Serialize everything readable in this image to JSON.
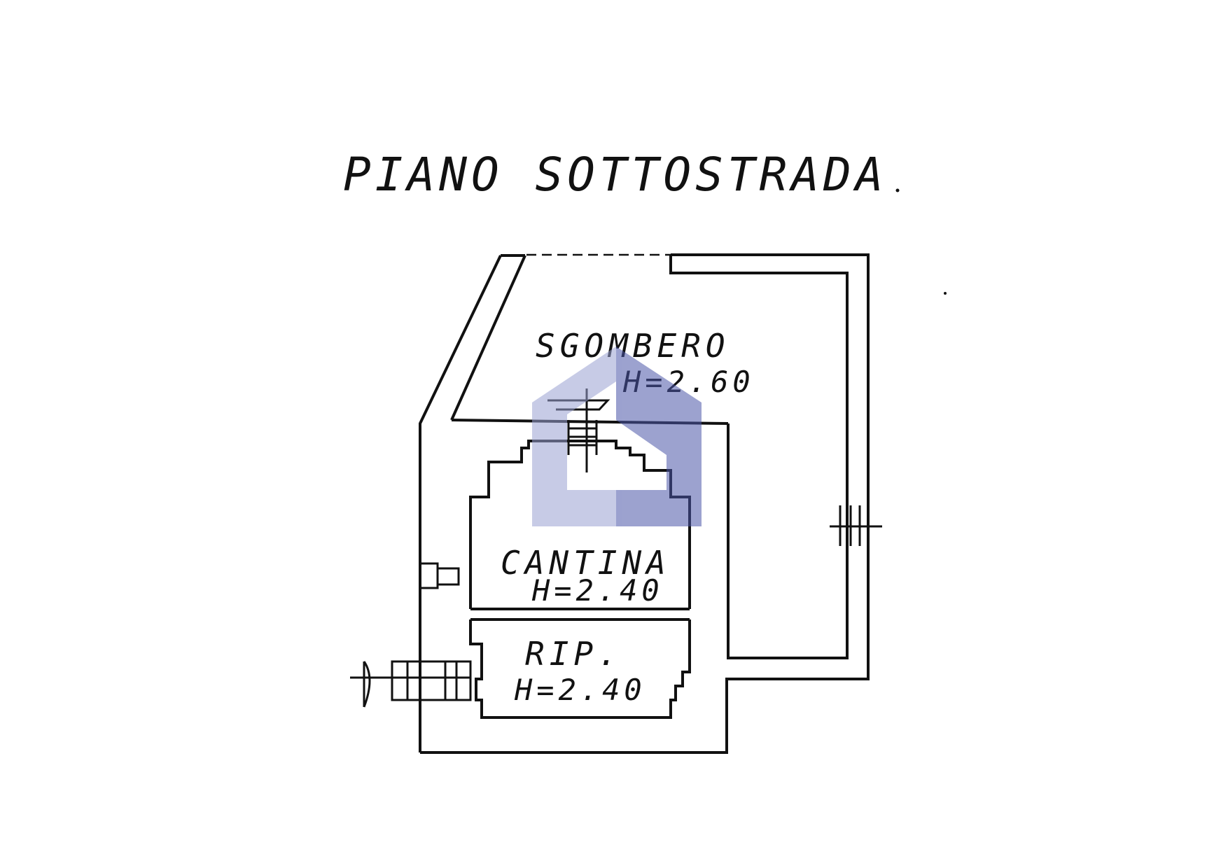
{
  "title": "PIANO SOTTOSTRADA",
  "rooms": [
    {
      "name": "SGOMBERO",
      "height": "H=2.60"
    },
    {
      "name": "CANTINA",
      "height": "H=2.40"
    },
    {
      "name": "RIP.",
      "height": "H=2.40"
    }
  ],
  "colors": {
    "ink": "#111111",
    "watermark": "#6e78b8",
    "paper": "#ffffff"
  },
  "icons": [
    "watermark-logo-icon",
    "entrance-arrow-icon",
    "stair-icon"
  ]
}
